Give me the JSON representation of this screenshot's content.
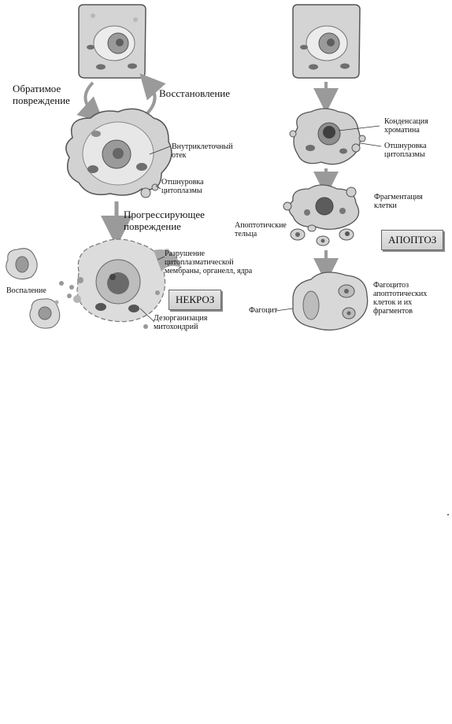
{
  "necrosis_side": {
    "reversible_injury": "Обратимое\nповреждение",
    "recovery": "Восстановление",
    "intracellular_edema": "Внутриклеточный\nотек",
    "cytoplasm_blebbing": "Отшнуровка\nцитоплазмы",
    "progressive_injury": "Прогрессирующее\nповреждение",
    "membrane_destruction": "Разрушение\nцитоплазматической\nмембраны, органелл, ядра",
    "inflammation": "Воспаление",
    "mito_disorganization": "Дезорганизация\nмитохондрий",
    "tag": "НЕКРОЗ"
  },
  "apoptosis_side": {
    "chromatin_condensation": "Конденсация\nхроматина",
    "cytoplasm_blebbing": "Отшнуровка\nцитоплазмы",
    "cell_fragmentation": "Фрагментация\nклетки",
    "apoptotic_bodies": "Апоптотичские\nтельца",
    "tag": "АПОПТОЗ",
    "phagocytosis": "Фагоцитоз\nапоптотических\nклеток и их\nфрагментов",
    "phagocyte": "Фагоцит"
  },
  "colors": {
    "outline": "#555555",
    "cell_fill": "#cfcfcf",
    "cytoplasm_light": "#e6e6e6",
    "nucleus": "#8c8c8c",
    "arrow": "#9a9a9a",
    "tag_bg": "#d8d8d8"
  }
}
